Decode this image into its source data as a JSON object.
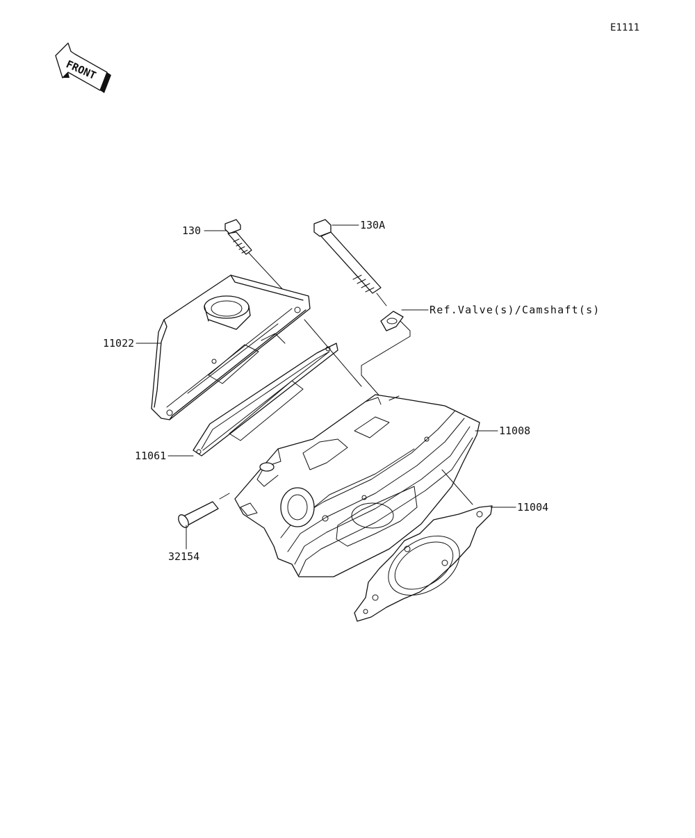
{
  "diagram_code": "E1111",
  "front_label": "FRONT",
  "parts": [
    {
      "id": "130",
      "label": "130"
    },
    {
      "id": "130A",
      "label": "130A"
    },
    {
      "id": "ref",
      "label": "Ref.Valve(s)/Camshaft(s)"
    },
    {
      "id": "11022",
      "label": "11022"
    },
    {
      "id": "11061",
      "label": "11061"
    },
    {
      "id": "11008",
      "label": "11008"
    },
    {
      "id": "11004",
      "label": "11004"
    },
    {
      "id": "32154",
      "label": "32154"
    }
  ]
}
